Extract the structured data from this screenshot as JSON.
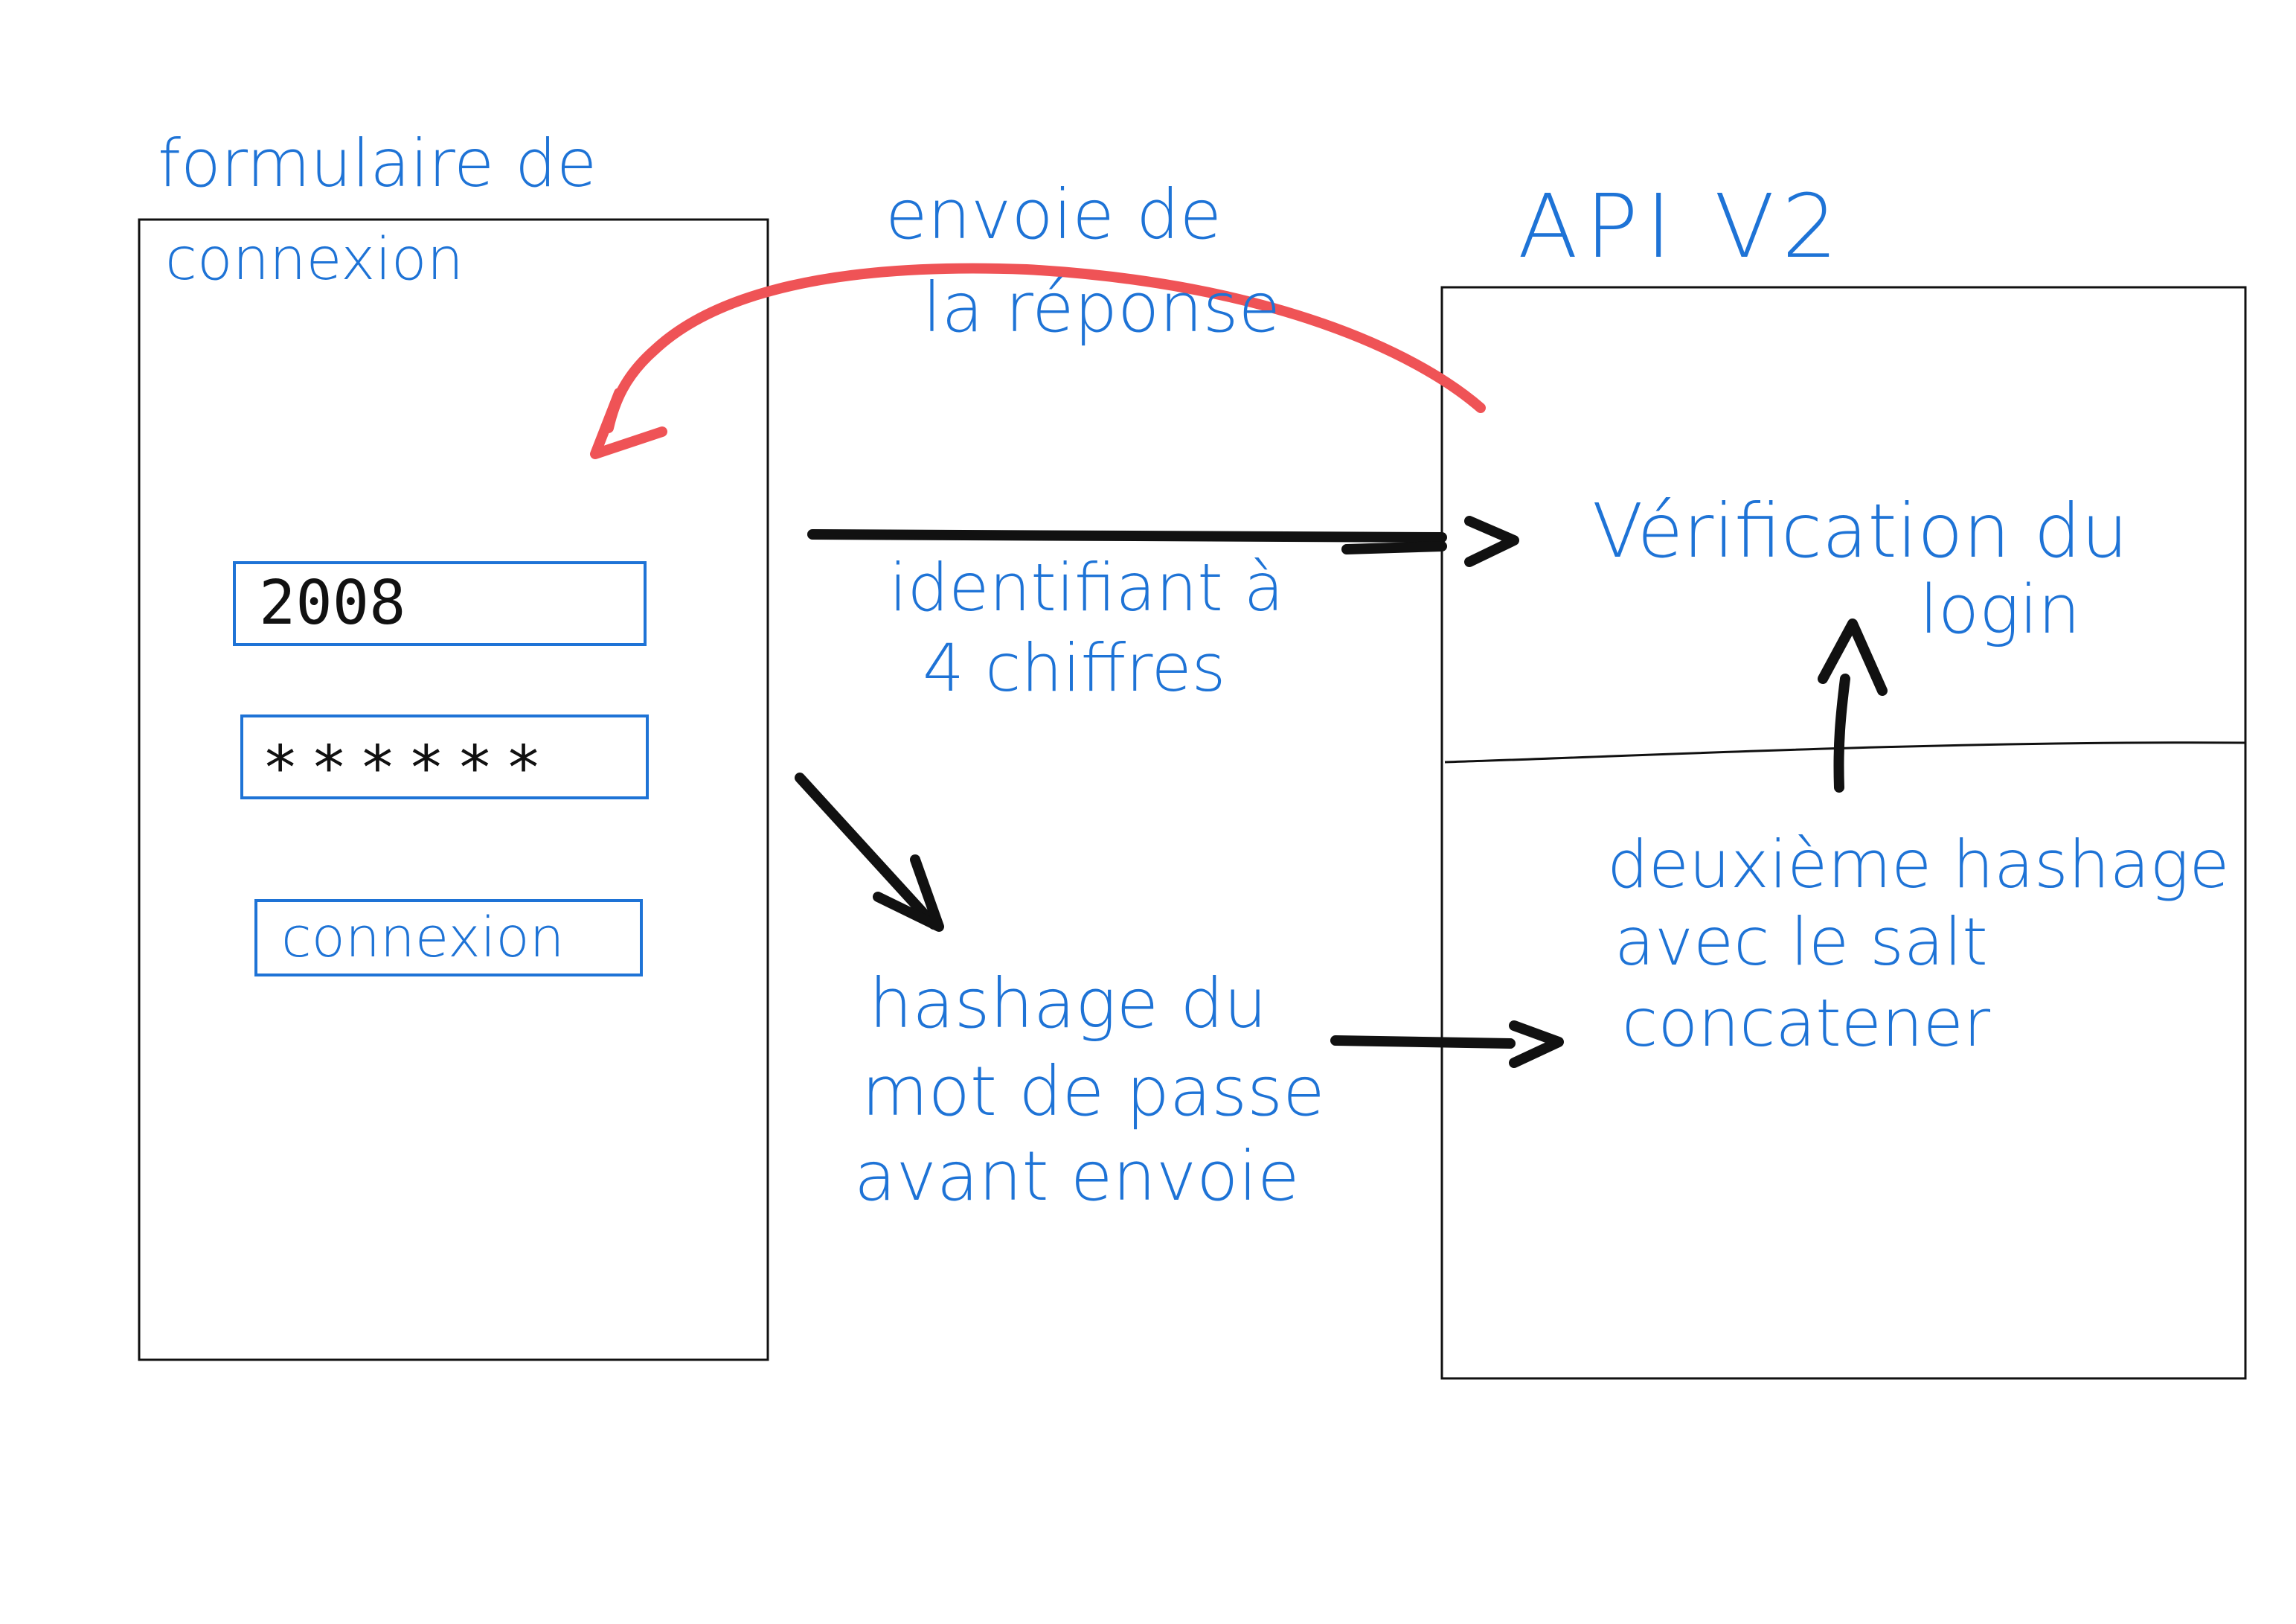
{
  "colors": {
    "ink": "#111111",
    "label": "#1e73d6",
    "response_arrow": "#ef5356",
    "field_border": "#1e73d6"
  },
  "login_form": {
    "title_line1": "formulaire de",
    "title_line2": "connexion",
    "id_value": "2008",
    "password_masked": "******",
    "button_label": "connexion"
  },
  "api": {
    "title": "API V2",
    "upper_label_line1": "Vérification du",
    "upper_label_line2": "login",
    "lower_label_line1": "deuxième hashage",
    "lower_label_line2": "avec le salt",
    "lower_label_line3": "concatener"
  },
  "arrows": {
    "response_line1": "envoie de",
    "response_line2": "la réponse",
    "id_line1": "identifiant à",
    "id_line2": "4 chiffres",
    "hash_line1": "hashage du",
    "hash_line2": "mot de passe",
    "hash_line3": "avant envoie"
  }
}
